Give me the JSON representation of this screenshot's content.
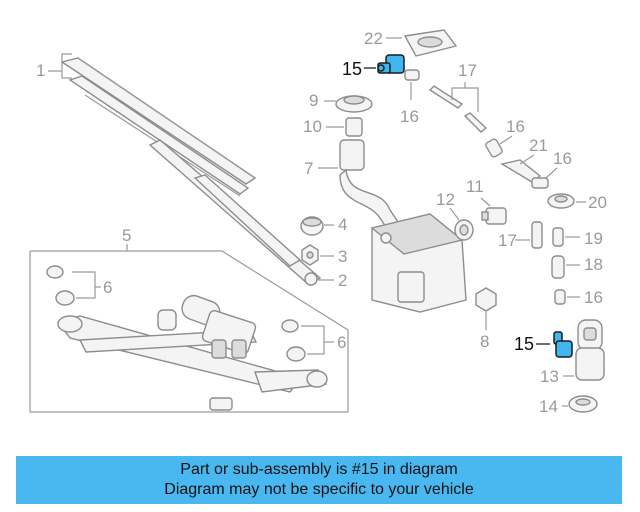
{
  "diagram": {
    "callouts": {
      "c1": "1",
      "c2": "2",
      "c3": "3",
      "c4": "4",
      "c5": "5",
      "c6a": "6",
      "c6b": "6",
      "c7": "7",
      "c8": "8",
      "c9": "9",
      "c10": "10",
      "c11": "11",
      "c12": "12",
      "c13": "13",
      "c14": "14",
      "c15a": "15",
      "c15b": "15",
      "c16a": "16",
      "c16b": "16",
      "c16c": "16",
      "c16d": "16",
      "c17a": "17",
      "c17b": "17",
      "c18": "18",
      "c19": "19",
      "c20": "20",
      "c21": "21",
      "c22": "22"
    },
    "highlight_color": "#3fb6ee"
  },
  "banner": {
    "line1": "Part or sub-assembly is #15 in diagram",
    "line2": "Diagram may not be specific to your vehicle",
    "color": "#4ab8f0"
  }
}
